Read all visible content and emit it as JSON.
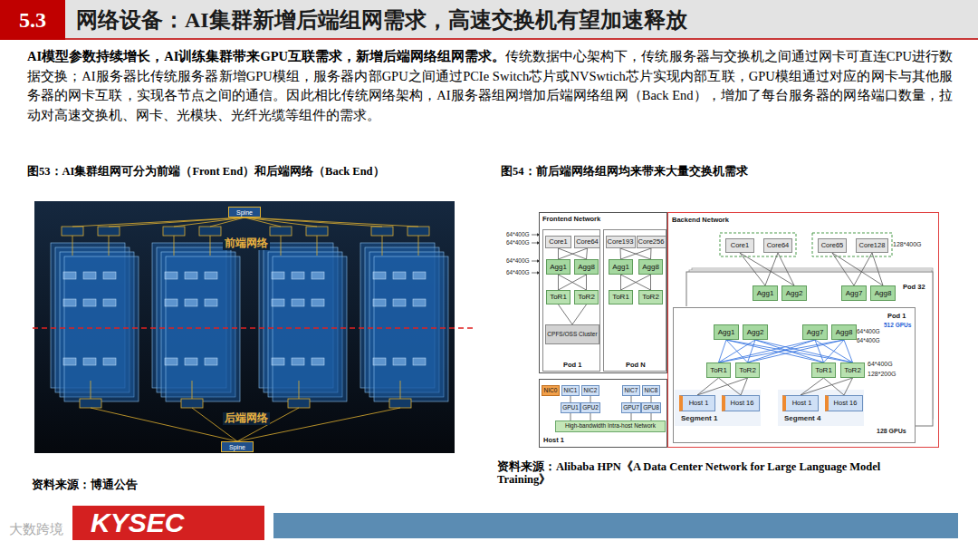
{
  "diagram": {
    "title": "网络设备：AI集群新增后端组网需求，高速交换机有望加速释放",
    "nodes": [
      {
        "text": [
          "Spine"
        ]
      },
      {
        "text": [
          "Spine"
        ]
      },
      {
        "text": [
          "Frontend Network"
        ]
      },
      {
        "text": [
          "Pod 1"
        ],
        "in": 2
      },
      {
        "text": [
          "Core1"
        ],
        "in": 3
      },
      {
        "text": [
          "Core64"
        ],
        "in": 3
      },
      {
        "text": [
          "Agg1"
        ],
        "in": 3
      },
      {
        "text": [
          "Agg8"
        ],
        "in": 3
      },
      {
        "text": [
          "ToR1"
        ],
        "in": 3
      },
      {
        "text": [
          "ToR2"
        ],
        "in": 3
      },
      {
        "text": [
          "CPFS/OSS Cluster"
        ],
        "in": 3
      },
      {
        "text": [
          "Pod N"
        ],
        "in": 2
      },
      {
        "text": [
          "Core193"
        ],
        "in": 11
      },
      {
        "text": [
          "Core256"
        ],
        "in": 11
      },
      {
        "text": [
          "Agg1"
        ],
        "in": 11
      },
      {
        "text": [
          "Agg8"
        ],
        "in": 11
      },
      {
        "text": [
          "ToR1"
        ],
        "in": 11
      },
      {
        "text": [
          "ToR2"
        ],
        "in": 11
      },
      {
        "text": [
          "Host 1"
        ]
      },
      {
        "text": [
          "NIC0"
        ],
        "in": 18
      },
      {
        "text": [
          "NIC1"
        ],
        "in": 18
      },
      {
        "text": [
          "NIC2"
        ],
        "in": 18
      },
      {
        "text": [
          "NIC7"
        ],
        "in": 18
      },
      {
        "text": [
          "NIC8"
        ],
        "in": 18
      },
      {
        "text": [
          "GPU1"
        ],
        "in": 18
      },
      {
        "text": [
          "GPU2"
        ],
        "in": 18
      },
      {
        "text": [
          "GPU7"
        ],
        "in": 18
      },
      {
        "text": [
          "GPU8"
        ],
        "in": 18
      },
      {
        "text": [
          "High-bandwidth Intra-host Network"
        ],
        "in": 18
      },
      {
        "text": [
          "Backend Network"
        ]
      },
      {
        "text": [
          "Core1"
        ],
        "in": 29
      },
      {
        "text": [
          "Core64"
        ],
        "in": 29
      },
      {
        "text": [
          "Core65"
        ],
        "in": 29
      },
      {
        "text": [
          "Core128"
        ],
        "in": 29
      },
      {
        "text": [
          "Pod 32"
        ],
        "in": 29
      },
      {
        "text": [
          "Agg1"
        ],
        "in": 34
      },
      {
        "text": [
          "Agg2"
        ],
        "in": 34
      },
      {
        "text": [
          "Agg7"
        ],
        "in": 34
      },
      {
        "text": [
          "Agg8"
        ],
        "in": 34
      },
      {
        "text": [
          "Pod 1",
          "512 GPUs"
        ],
        "in": 29
      },
      {
        "text": [
          "Agg1"
        ],
        "in": 39
      },
      {
        "text": [
          "Agg2"
        ],
        "in": 39
      },
      {
        "text": [
          "Agg7"
        ],
        "in": 39
      },
      {
        "text": [
          "Agg8"
        ],
        "in": 39
      },
      {
        "text": [
          "ToR1"
        ],
        "in": 39
      },
      {
        "text": [
          "ToR2"
        ],
        "in": 39
      },
      {
        "text": [
          "ToR1"
        ],
        "in": 39
      },
      {
        "text": [
          "ToR2"
        ],
        "in": 39
      },
      {
        "text": [
          "Host 1"
        ],
        "in": 39
      },
      {
        "text": [
          "Host 16"
        ],
        "in": 39
      },
      {
        "text": [
          "Host 1"
        ],
        "in": 39
      },
      {
        "text": [
          "Host 16"
        ],
        "in": 39
      }
    ],
    "edges": [
      {
        "from": 4,
        "to": 6,
        "arrow": "none"
      },
      {
        "from": 4,
        "to": 7,
        "arrow": "none"
      },
      {
        "from": 5,
        "to": 6,
        "arrow": "none"
      },
      {
        "from": 5,
        "to": 7,
        "arrow": "none"
      },
      {
        "from": 6,
        "to": 8,
        "arrow": "none"
      },
      {
        "from": 6,
        "to": 9,
        "arrow": "none"
      },
      {
        "from": 7,
        "to": 8,
        "arrow": "none"
      },
      {
        "from": 7,
        "to": 9,
        "arrow": "none"
      },
      {
        "from": 8,
        "to": 10,
        "arrow": "none"
      },
      {
        "from": 9,
        "to": 10,
        "arrow": "none"
      },
      {
        "from": 12,
        "to": 14,
        "arrow": "none"
      },
      {
        "from": 12,
        "to": 15,
        "arrow": "none"
      },
      {
        "from": 13,
        "to": 14,
        "arrow": "none"
      },
      {
        "from": 13,
        "to": 15,
        "arrow": "none"
      },
      {
        "from": 14,
        "to": 16,
        "arrow": "none"
      },
      {
        "from": 14,
        "to": 17,
        "arrow": "none"
      },
      {
        "from": 15,
        "to": 16,
        "arrow": "none"
      },
      {
        "from": 15,
        "to": 17,
        "arrow": "none"
      },
      {
        "from": 20,
        "to": 24,
        "arrow": "none"
      },
      {
        "from": 21,
        "to": 25,
        "arrow": "none"
      },
      {
        "from": 22,
        "to": 26,
        "arrow": "none"
      },
      {
        "from": 23,
        "to": 27,
        "arrow": "none"
      },
      {
        "from": 24,
        "to": 28,
        "arrow": "none"
      },
      {
        "from": 25,
        "to": 28,
        "arrow": "none"
      },
      {
        "from": 26,
        "to": 28,
        "arrow": "none"
      },
      {
        "from": 27,
        "to": 28,
        "arrow": "none"
      },
      {
        "from": 30,
        "to": 35,
        "arrow": "none"
      },
      {
        "from": 30,
        "to": 36,
        "arrow": "none"
      },
      {
        "from": 31,
        "to": 35,
        "arrow": "none"
      },
      {
        "from": 31,
        "to": 36,
        "arrow": "none"
      },
      {
        "from": 32,
        "to": 37,
        "arrow": "none"
      },
      {
        "from": 32,
        "to": 38,
        "arrow": "none"
      },
      {
        "from": 33,
        "to": 37,
        "arrow": "none"
      },
      {
        "from": 33,
        "to": 38,
        "arrow": "none"
      },
      {
        "from": 40,
        "to": 44,
        "arrow": "none"
      },
      {
        "from": 40,
        "to": 45,
        "arrow": "none"
      },
      {
        "from": 40,
        "to": 46,
        "arrow": "none"
      },
      {
        "from": 40,
        "to": 47,
        "arrow": "none"
      },
      {
        "from": 41,
        "to": 44,
        "arrow": "none"
      },
      {
        "from": 41,
        "to": 45,
        "arrow": "none"
      },
      {
        "from": 41,
        "to": 46,
        "arrow": "none"
      },
      {
        "from": 41,
        "to": 47,
        "arrow": "none"
      },
      {
        "from": 42,
        "to": 44,
        "arrow": "none"
      },
      {
        "from": 42,
        "to": 45,
        "arrow": "none"
      },
      {
        "from": 42,
        "to": 46,
        "arrow": "none"
      },
      {
        "from": 42,
        "to": 47,
        "arrow": "none"
      },
      {
        "from": 43,
        "to": 44,
        "arrow": "none"
      },
      {
        "from": 43,
        "to": 45,
        "arrow": "none"
      },
      {
        "from": 43,
        "to": 46,
        "arrow": "none"
      },
      {
        "from": 43,
        "to": 47,
        "arrow": "none"
      },
      {
        "from": 44,
        "to": 48,
        "arrow": "none"
      },
      {
        "from": 44,
        "to": 49,
        "arrow": "none"
      },
      {
        "from": 45,
        "to": 48,
        "arrow": "none"
      },
      {
        "from": 45,
        "to": 49,
        "arrow": "none"
      },
      {
        "from": 46,
        "to": 50,
        "arrow": "none"
      },
      {
        "from": 46,
        "to": 51,
        "arrow": "none"
      },
      {
        "from": 47,
        "to": 50,
        "arrow": "none"
      },
      {
        "from": 47,
        "to": 51,
        "arrow": "none"
      }
    ],
    "labels": [
      "5.3",
      "AI模型参数持续增长，AI训练集群带来GPU互联需求，新增后端网络组网需求。",
      "传统数据中心架构下，传统服务器与交换机之间通过网卡可直连CPU进行数据交换；AI服务器比传统服务器新增GPU模组，服务器内部GPU之间通过PCIe Switch芯片或NVSwtich芯片实现内部互联，GPU模组通过对应的网卡与其他服务器的网卡互联，实现各节点之间的通信。因此相比传统网络架构，AI服务器组网增加后端网络组网（Back End），增加了每台服务器的网络端口数量，拉动对高速交换机、网卡、光模块、光纤光缆等组件的需求。",
      "图53：AI集群组网可分为前端（Front End）和后端网络（Back End）",
      "图54：前后端网络组网均来带来大量交换机需求",
      "前端网络",
      "后端网络",
      "资料来源：博通公告",
      "资料来源：Alibaba HPN《A Data Center Network for Large Language Model Training》",
      "64*400G",
      "64*400G",
      "64*400G",
      "64*400G",
      "128*400G",
      "64*400G",
      "64*400G",
      "64*400G",
      "128*200G",
      "Segment 1",
      "Segment 4",
      "128 GPUs",
      "KYSEC",
      "大数跨境"
    ]
  }
}
